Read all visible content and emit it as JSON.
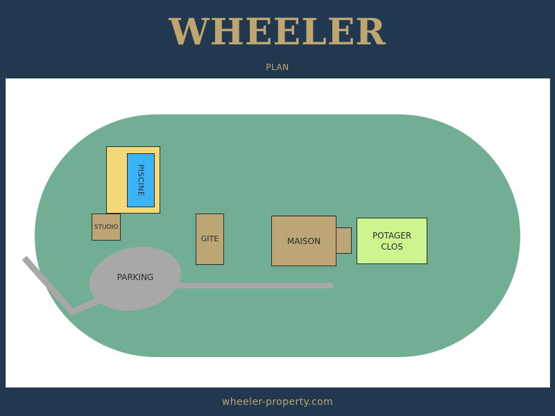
{
  "header": {
    "title": "WHEELER",
    "subtitle": "PLAN"
  },
  "plan": {
    "grounds_color": "#71ae93",
    "buildings": [
      {
        "id": "piscine",
        "label": "PISCINE",
        "color": "#3bb3f7"
      },
      {
        "id": "terrace",
        "label": "",
        "color": "#f3d97a"
      },
      {
        "id": "studio",
        "label": "STUDIO",
        "color": "#bca676"
      },
      {
        "id": "gite",
        "label": "GITE",
        "color": "#bca676"
      },
      {
        "id": "maison",
        "label": "MAISON",
        "color": "#bca676"
      },
      {
        "id": "annex",
        "label": "",
        "color": "#bca676"
      },
      {
        "id": "potager",
        "label": "POTAGER\nCLOS",
        "label_line1": "POTAGER",
        "label_line2": "CLOS",
        "color": "#cdf58f"
      }
    ],
    "parking": {
      "label": "PARKING",
      "color": "#a8a8a8"
    }
  },
  "footer": {
    "website": "wheeler-property.com"
  },
  "colors": {
    "background": "#22384f",
    "accent_gold": "#bfa670"
  }
}
